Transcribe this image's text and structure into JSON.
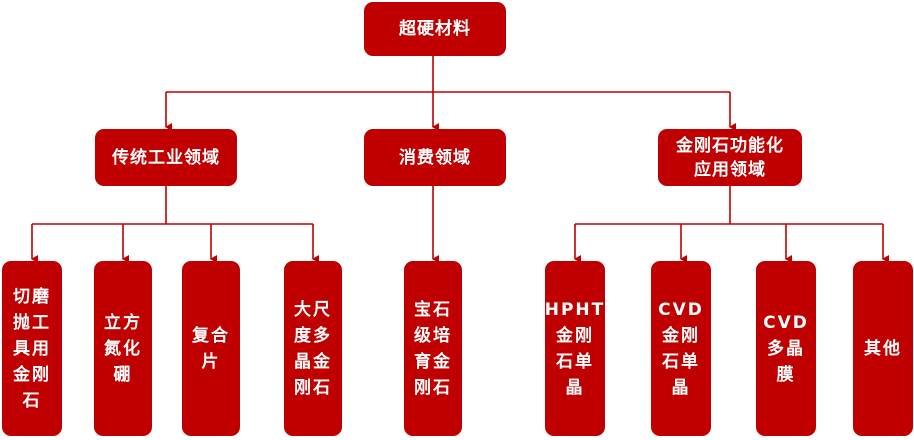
{
  "root": "超硬材料",
  "categories": {
    "traditional": "传统工业领域",
    "consumer": "消费领域",
    "functional": "金刚石功能化\n应用领域"
  },
  "leaves": {
    "t1": "切磨\n抛工\n具用\n金刚\n石",
    "t2": "立方\n氮化\n硼",
    "t3": "复合\n片",
    "t4": "大尺\n度多\n晶金\n刚石",
    "c1": "宝石\n级培\n育金\n刚石",
    "f1": "HPHT\n金刚\n石单\n晶",
    "f2": "CVD\n金刚\n石单\n晶",
    "f3": "CVD\n多晶\n膜",
    "f4": "其他"
  },
  "colors": {
    "node_fill": "#c00000",
    "line": "#c00000",
    "text": "#ffffff"
  }
}
